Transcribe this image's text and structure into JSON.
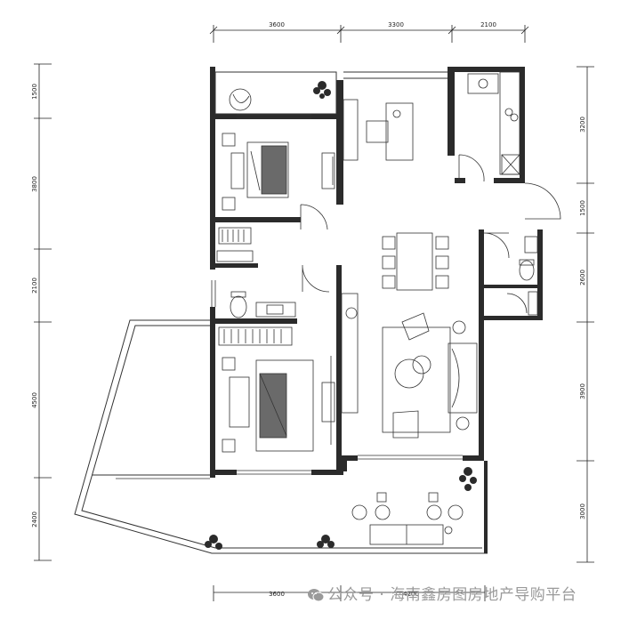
{
  "dimensions": {
    "top": [
      "3600",
      "3300",
      "2100"
    ],
    "bottom": [
      "3600",
      "4200"
    ],
    "left": [
      "1500",
      "3800",
      "2100",
      "4500",
      "2400"
    ],
    "right": [
      "3200",
      "1500",
      "2600",
      "3900",
      "3000"
    ]
  },
  "watermark": {
    "icon": "wechat-icon",
    "text": "公众号 · 海南鑫房图房地产导购平台"
  },
  "colors": {
    "wall": "#2b2b2b",
    "line": "#333333",
    "bed_shade": "#6a6a6a",
    "watermark": "#9a9a9a"
  }
}
